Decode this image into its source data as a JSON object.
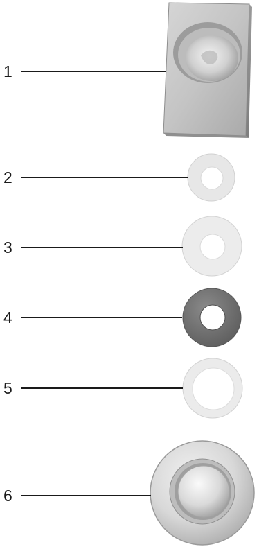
{
  "callouts": [
    {
      "number": "1",
      "part": "housing-block"
    },
    {
      "number": "2",
      "part": "washer-light-small"
    },
    {
      "number": "3",
      "part": "washer-light-large"
    },
    {
      "number": "4",
      "part": "washer-dark"
    },
    {
      "number": "5",
      "part": "washer-translucent"
    },
    {
      "number": "6",
      "part": "round-push-button"
    }
  ],
  "colors": {
    "metal_light": "#dcdcdc",
    "metal_mid": "#bdbdbd",
    "metal_dark": "#8c8c8c",
    "washer_light": "#e9e9e9",
    "washer_dark": "#6e6e6e",
    "line": "#1a1a1a"
  }
}
